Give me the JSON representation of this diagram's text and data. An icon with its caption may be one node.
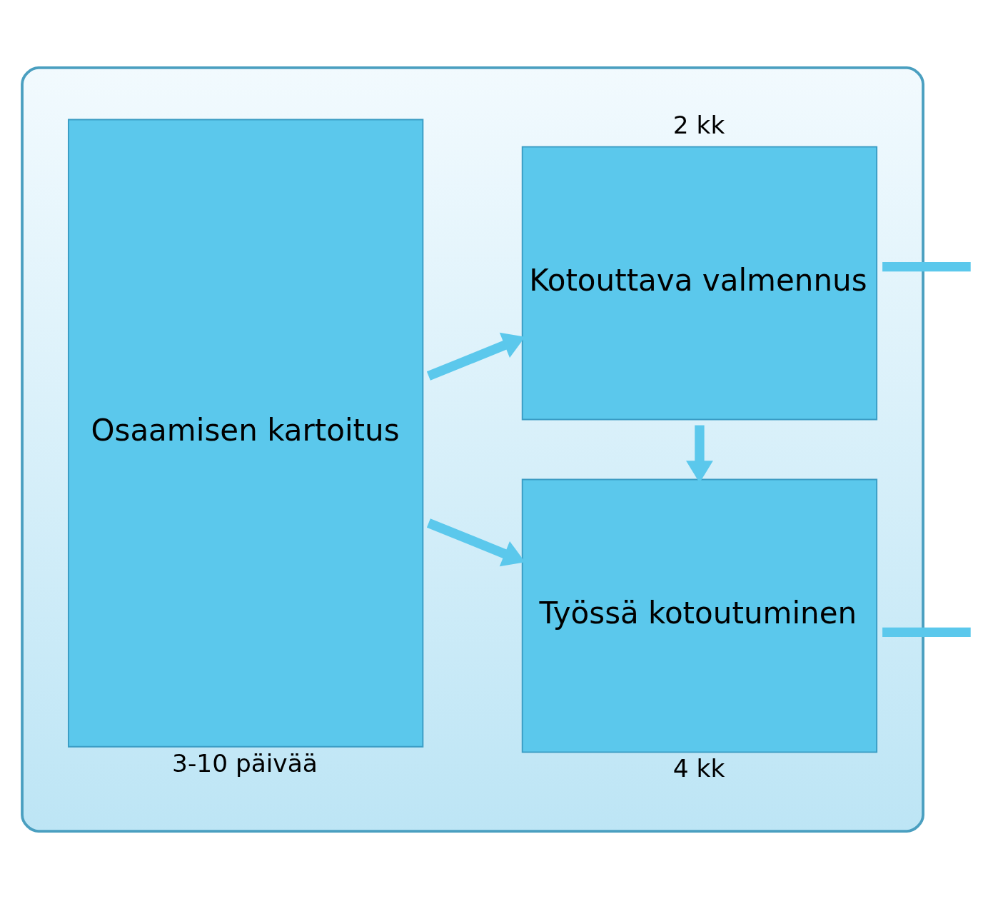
{
  "diagram": {
    "nodes": [
      {
        "text": [],
        "shape": "box"
      },
      {
        "text": [
          "Osaamisen kartoitus"
        ],
        "in": 0,
        "beside": [
          "3-10 päivää"
        ]
      },
      {
        "text": [
          "Kotouttava valmennus"
        ],
        "in": 0,
        "beside": [
          "2 kk"
        ]
      },
      {
        "text": [
          "Työssä kotoutuminen"
        ],
        "in": 0,
        "beside": [
          "4 kk"
        ]
      }
    ],
    "edges": [
      {
        "from": 1,
        "to": 2,
        "arrow": "to"
      },
      {
        "from": 1,
        "to": 3,
        "arrow": "to"
      },
      {
        "from": 2,
        "to": 3,
        "arrow": "to"
      },
      {
        "from": 2,
        "to": null,
        "arrow": "none"
      },
      {
        "from": 3,
        "to": null,
        "arrow": "none"
      }
    ]
  }
}
